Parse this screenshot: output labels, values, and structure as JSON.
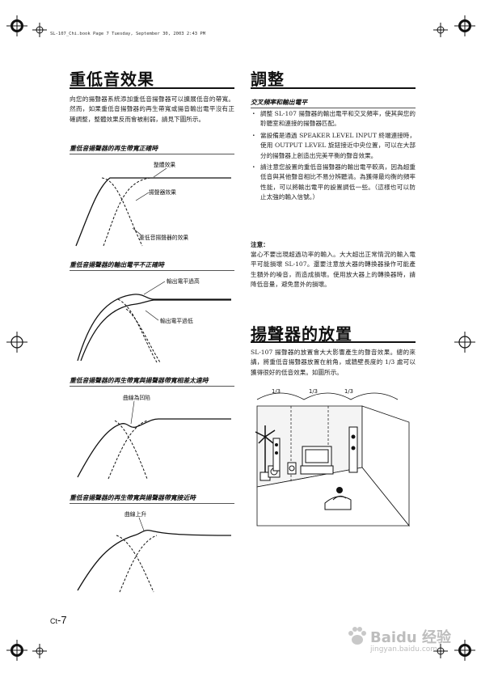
{
  "header": {
    "file_line": "SL-107_Chi.book  Page 7  Tuesday, September 30, 2003  2:43 PM"
  },
  "left": {
    "title": "重低音效果",
    "intro": "向您的揚聲器系統添加重低音揚聲器可以擴展低音的帶寬。然而，如果重低音揚聲器的再生帶寬或揚音輸出電平沒有正確調整，整體效果反而會被削弱，請見下圖所示。",
    "figures": [
      {
        "heading": "重低音揚聲器的再生帶寬正確時",
        "labels": [
          "整體效果",
          "揚聲器效果",
          "重低音揚聲器的效果"
        ]
      },
      {
        "heading": "重低音揚聲器的輸出電平不正確時",
        "labels": [
          "輸出電平過高",
          "輸出電平過低"
        ]
      },
      {
        "heading": "重低音揚聲器的再生帶寬與揚聲器帶寬相差太遠時",
        "labels": [
          "曲線為凹陷"
        ]
      },
      {
        "heading": "重低音揚聲器的再生帶寬與揚聲器帶寬接近時",
        "labels": [
          "曲線上升"
        ]
      }
    ]
  },
  "right": {
    "title": "調整",
    "subhead": "交叉頻率和輸出電平",
    "bullets": [
      "調整 SL-107 揚聲器的輸出電平和交叉頻率，使其與您的聆聽室和連接的揚聲器匹配。",
      "當設備是通過 SPEAKER LEVEL INPUT 終端連接時，使用 OUTPUT LEVEL 旋鈕接近中央位置，可以在大部分的揚聲器上創造出完美平衡的聲音效果。",
      "請注意您設置的重低音揚聲器的輸出電平較高，因為超重低音與其他聲音相比不易分辨聽清。為獲得最均衡的頻率性能，可以將輸出電平的設置調低一些。（這樣也可以防止太強的輸入信號。）"
    ],
    "note_title": "注意：",
    "note_text": "當心不要出現超過功率的輸入。大大超出正常情況的輸入電平可能損壞 SL-107。還要注意放大器的轉換器操作可能產生額外的噪音，而造成損壞。使用放大器上的轉換器時，請降低音量，避免意外的損壞。",
    "title2": "揚聲器的放置",
    "placement_text": "SL-107 揚聲器的放置會大大影響產生的聲音效果。總的來講，將重低音揚聲器放置在前角，或牆壁長度的 1/3 處可以獲得很好的低音效果。如圖所示。",
    "fraction_labels": [
      "1/3",
      "1/3",
      "1/3"
    ]
  },
  "footer": {
    "page_prefix": "Ct",
    "page_num": "-7"
  },
  "watermark": {
    "brand": "Baidu 经验",
    "url": "jingyan.baidu.com"
  }
}
